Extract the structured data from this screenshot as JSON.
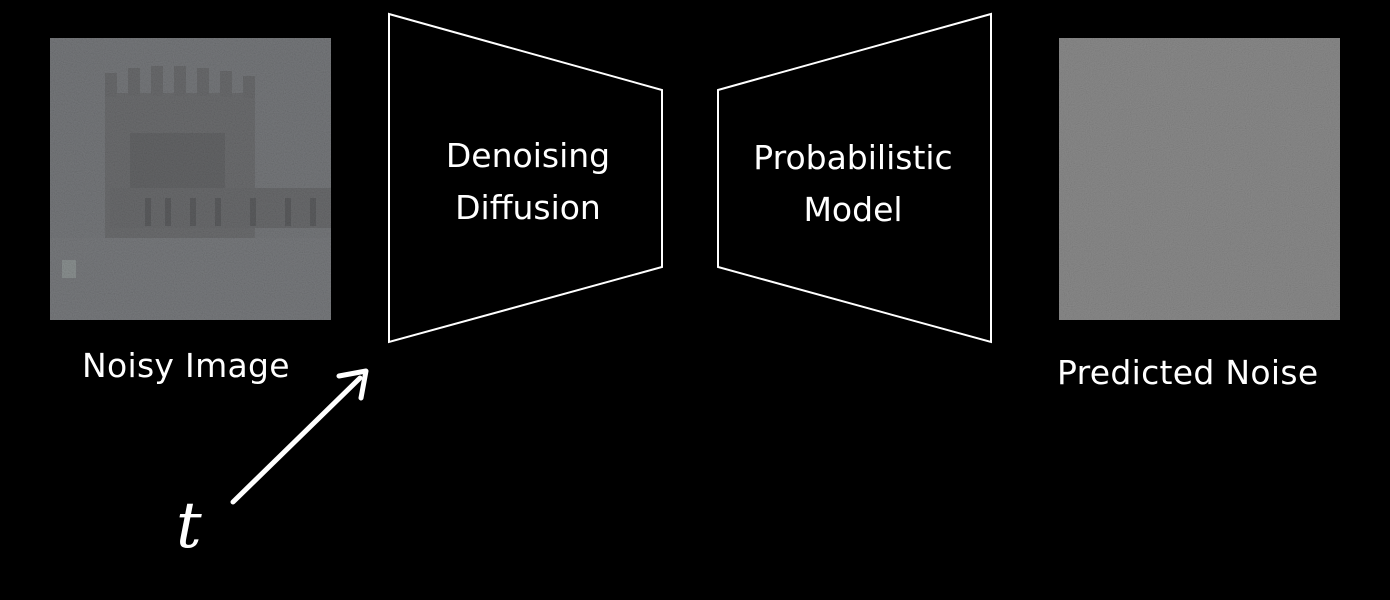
{
  "diagram": {
    "inputs": {
      "image_caption": "Noisy Image",
      "timestep_label": "t"
    },
    "model": {
      "encoder_line1": "Denoising",
      "encoder_line2": "Diffusion",
      "decoder_line1": "Probabilistic",
      "decoder_line2": "Model"
    },
    "output": {
      "caption": "Predicted Noise"
    },
    "colors": {
      "background": "#000000",
      "stroke": "#ffffff",
      "text": "#ffffff",
      "noise_gray": "#8a8a8a"
    }
  }
}
